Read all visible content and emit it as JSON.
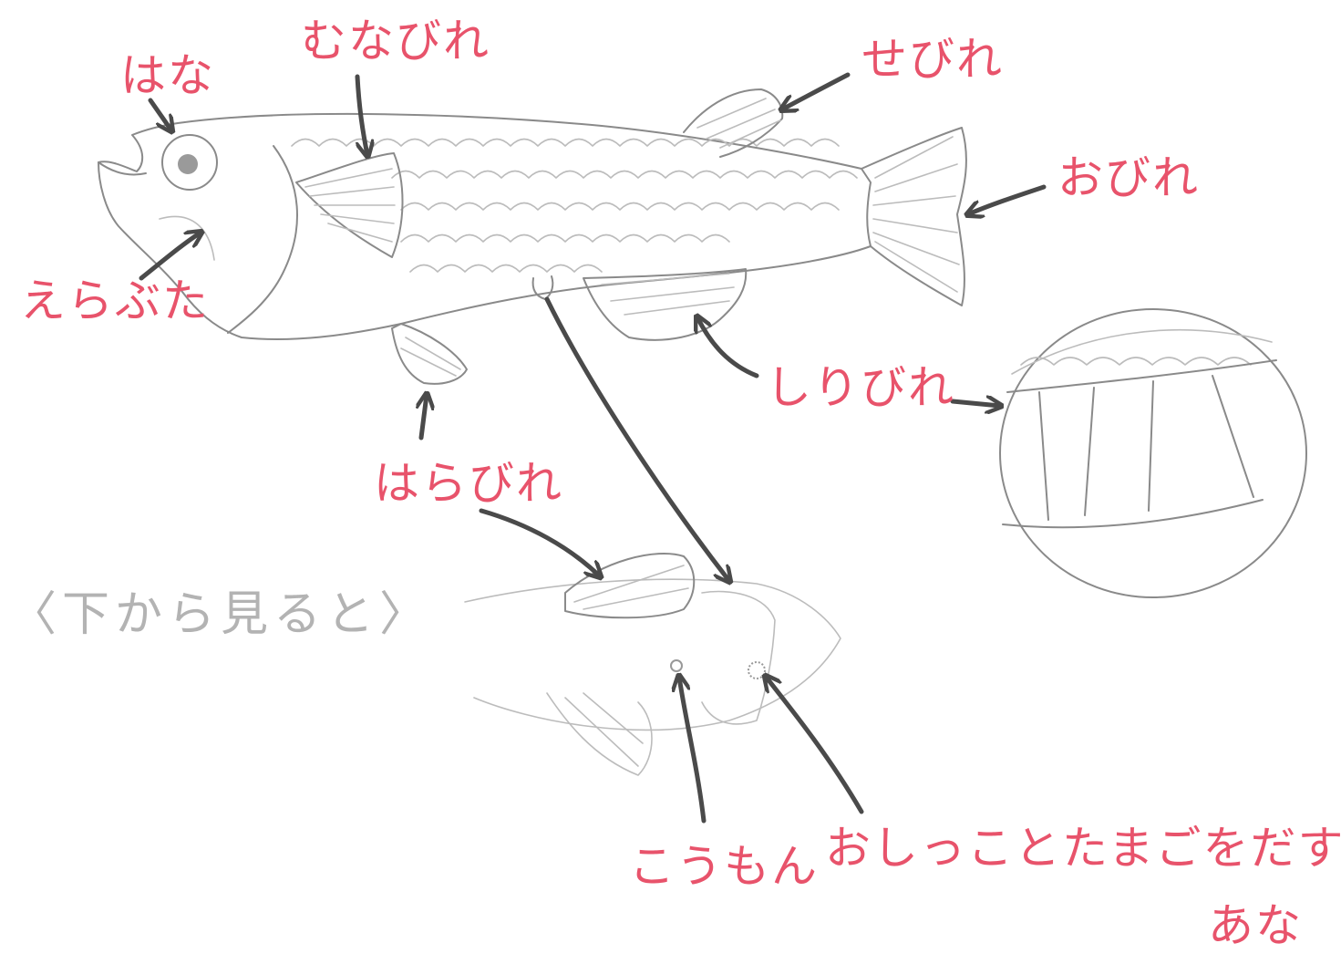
{
  "labels": {
    "hana": "はな",
    "munabire": "むなびれ",
    "sebire": "せびれ",
    "obire": "おびれ",
    "erabuta": "えらぶた",
    "shiribire": "しりびれ",
    "harabire_top": "はらびれ",
    "bottom_view_caption": "〈下から見ると〉",
    "koumon": "こうもん",
    "oshikko_line1": "おしっことたまごをだす",
    "oshikko_line2": "あな"
  },
  "colors": {
    "label_ink": "#e8536b",
    "arrow_ink": "#4a4a4a",
    "pencil": "#8a8a8a"
  }
}
